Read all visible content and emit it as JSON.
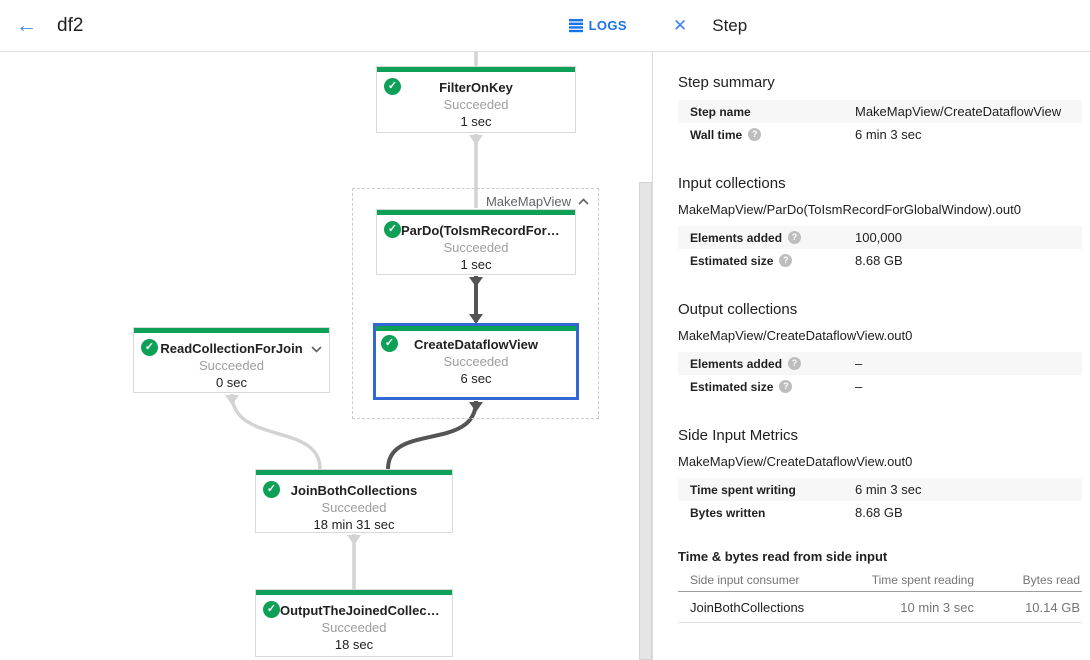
{
  "icons": {
    "back": "←",
    "close": "✕",
    "check": "✓",
    "help": "?"
  },
  "colors": {
    "accent_blue": "#4285f4",
    "selected_node_blue": "#3367d6",
    "success_green": "#0fa058",
    "edge_light": "#d3d3d3",
    "edge_dark": "#545454"
  },
  "header": {
    "title": "df2",
    "logs_label": "LOGS"
  },
  "panel_header": {
    "title": "Step"
  },
  "graph": {
    "group_label": "MakeMapView",
    "nodes": [
      {
        "title": "FilterOnKey",
        "status": "Succeeded",
        "time": "1 sec"
      },
      {
        "title": "ParDo(ToIsmRecordFor…",
        "status": "Succeeded",
        "time": "1 sec"
      },
      {
        "title": "CreateDataflowView",
        "status": "Succeeded",
        "time": "6 sec"
      },
      {
        "title": "ReadCollectionForJoin",
        "status": "Succeeded",
        "time": "0 sec"
      },
      {
        "title": "JoinBothCollections",
        "status": "Succeeded",
        "time": "18 min 31 sec"
      },
      {
        "title": "OutputTheJoinedCollec…",
        "status": "Succeeded",
        "time": "18 sec"
      }
    ]
  },
  "details": {
    "step_summary": {
      "heading": "Step summary",
      "rows": [
        {
          "label": "Step name",
          "value": "MakeMapView/CreateDataflowView"
        },
        {
          "label": "Wall time",
          "value": "6 min 3 sec"
        }
      ]
    },
    "input_collections": {
      "heading": "Input collections",
      "collection": "MakeMapView/ParDo(ToIsmRecordForGlobalWindow).out0",
      "rows": [
        {
          "label": "Elements added",
          "value": "100,000"
        },
        {
          "label": "Estimated size",
          "value": "8.68 GB"
        }
      ]
    },
    "output_collections": {
      "heading": "Output collections",
      "collection": "MakeMapView/CreateDataflowView.out0",
      "rows": [
        {
          "label": "Elements added",
          "value": "–"
        },
        {
          "label": "Estimated size",
          "value": "–"
        }
      ]
    },
    "side_input_metrics": {
      "heading": "Side Input Metrics",
      "collection": "MakeMapView/CreateDataflowView.out0",
      "rows": [
        {
          "label": "Time spent writing",
          "value": "6 min 3 sec"
        },
        {
          "label": "Bytes written",
          "value": "8.68 GB"
        }
      ]
    },
    "side_input_table": {
      "heading": "Time & bytes read from side input",
      "columns": [
        "Side input consumer",
        "Time spent reading",
        "Bytes read"
      ],
      "rows": [
        {
          "consumer": "JoinBothCollections",
          "time": "10 min 3 sec",
          "bytes": "10.14 GB"
        }
      ]
    }
  }
}
